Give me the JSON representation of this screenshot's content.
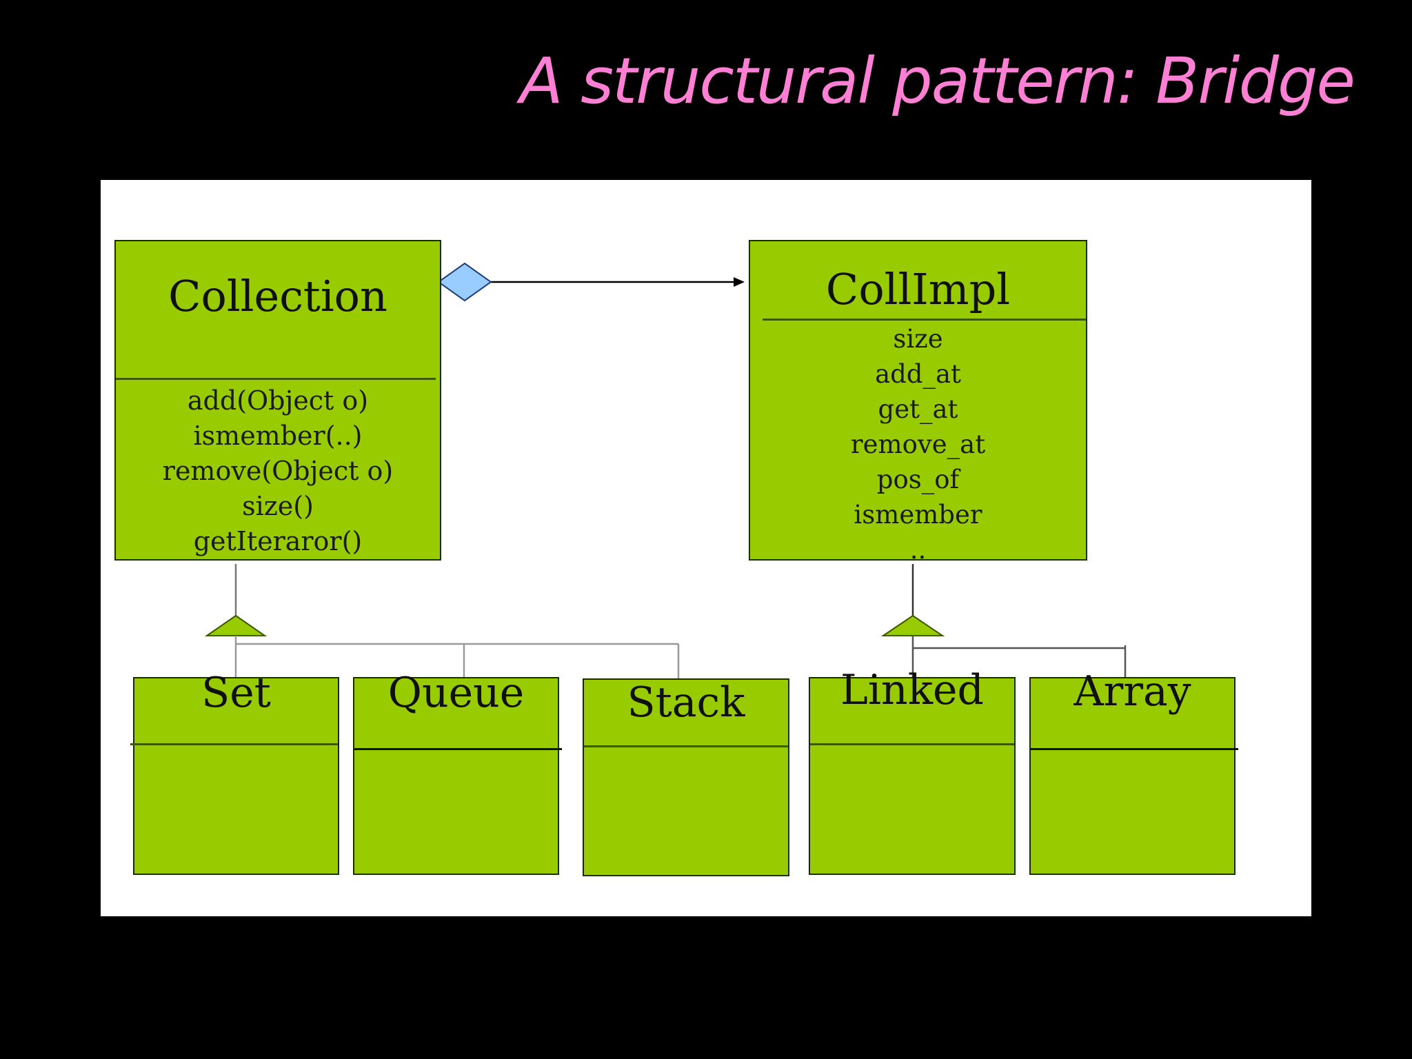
{
  "slide": {
    "title": "A structural pattern: Bridge",
    "title_color": "#ff7fd4",
    "background": "#000000"
  },
  "diagram": {
    "box_fill": "#99cc00",
    "aggregation_diamond_fill": "#99ccff",
    "abstraction": {
      "name": "Collection",
      "methods": [
        "add(Object o)",
        "ismember(..)",
        "remove(Object o)",
        "size()",
        "getIteraror()"
      ]
    },
    "implementor": {
      "name": "CollImpl",
      "methods": [
        "size",
        "add_at",
        "get_at",
        "remove_at",
        "pos_of",
        "ismember",
        ".."
      ]
    },
    "refined_abstractions": [
      "Set",
      "Queue",
      "Stack"
    ],
    "concrete_implementors": [
      "Linked",
      "Array"
    ]
  }
}
